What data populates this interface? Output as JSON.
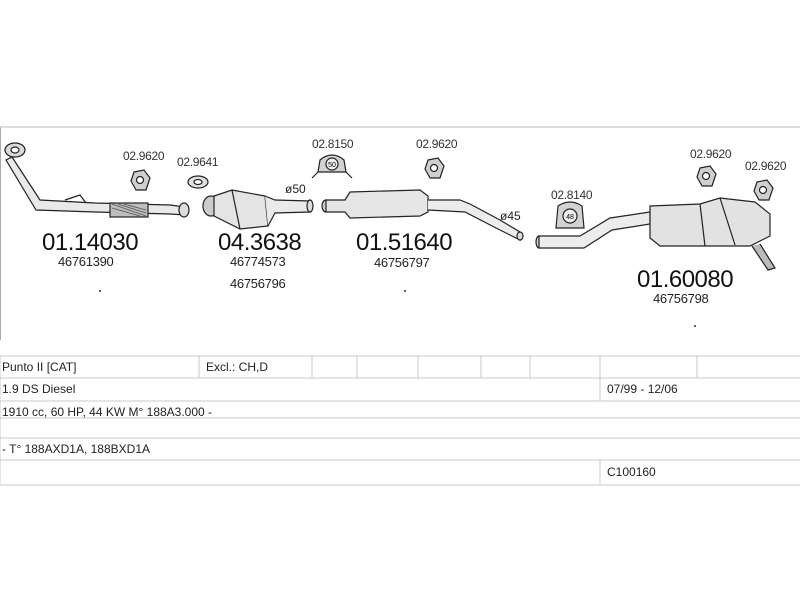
{
  "parts": {
    "p1": {
      "number": "01.14030",
      "oem": "46761390"
    },
    "p2": {
      "number": "04.3638",
      "oem1": "46774573",
      "oem2": "46756796"
    },
    "p3": {
      "number": "01.51640",
      "oem": "46756797"
    },
    "p4": {
      "number": "01.60080",
      "oem": "46756798"
    }
  },
  "fittings": {
    "f1": "02.9620",
    "f2": "02.9641",
    "f3": "02.8150",
    "f4": "02.9620",
    "f5": "02.8140",
    "f6": "02.9620",
    "f7": "02.9620"
  },
  "fitting_marks": {
    "m3": "50",
    "m5": "48"
  },
  "diameters": {
    "d1": "ø50",
    "d2": "ø45"
  },
  "table": {
    "model": "Punto II  [CAT]",
    "excl": "Excl.: CH,D",
    "engine": "1.9 DS Diesel",
    "period": "07/99 - 12/06",
    "spec": "1910 cc, 60 HP, 44 KW M° 188A3.000 -",
    "types": "- T° 188AXD1A, 188BXD1A",
    "code": "C100160"
  }
}
